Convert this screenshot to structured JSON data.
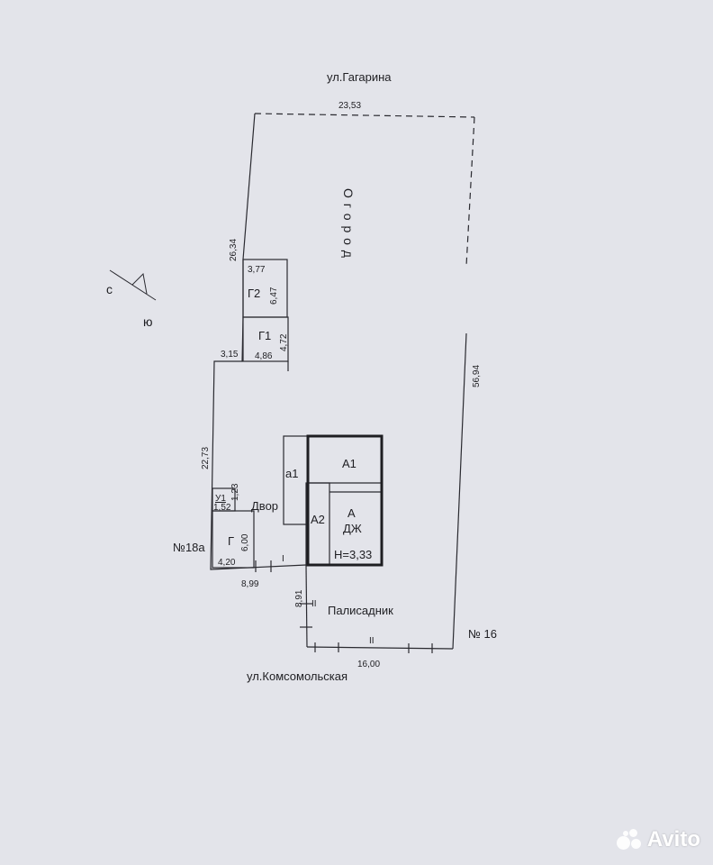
{
  "streets": {
    "north": "ул.Гагарина",
    "south": "ул.Комсомольская"
  },
  "neighbors": {
    "west": "№18а",
    "east": "№ 16"
  },
  "compass": {
    "north": "с",
    "south": "ю"
  },
  "areas": {
    "garden": "О г о р о д",
    "yard": "Двор",
    "front_garden": "Палисадник"
  },
  "buildings": {
    "A1": "А1",
    "A": "А",
    "A_type": "ДЖ",
    "A_height": "H=3,33",
    "A2": "А2",
    "a1": "а1",
    "G": "Г",
    "G1": "Г1",
    "G2": "Г2",
    "U1": "У1"
  },
  "dimensions": {
    "top": "23,53",
    "east_side": "56,94",
    "west_upper": "26,34",
    "west_lower": "22,73",
    "step": "3,15",
    "g2_width": "3,77",
    "g2_length": "6,47",
    "g1_width": "4,86",
    "g1_length": "4,72",
    "u1_width": "1,52",
    "u1_length": "1,23",
    "g_width": "4,20",
    "g_length": "6,00",
    "yard_width": "8,99",
    "front_depth": "8,91",
    "front_width": "16,00"
  },
  "marks": {
    "fence_i": "I",
    "fence_ii_a": "II",
    "fence_ii_b": "II"
  },
  "watermark": "Avito"
}
